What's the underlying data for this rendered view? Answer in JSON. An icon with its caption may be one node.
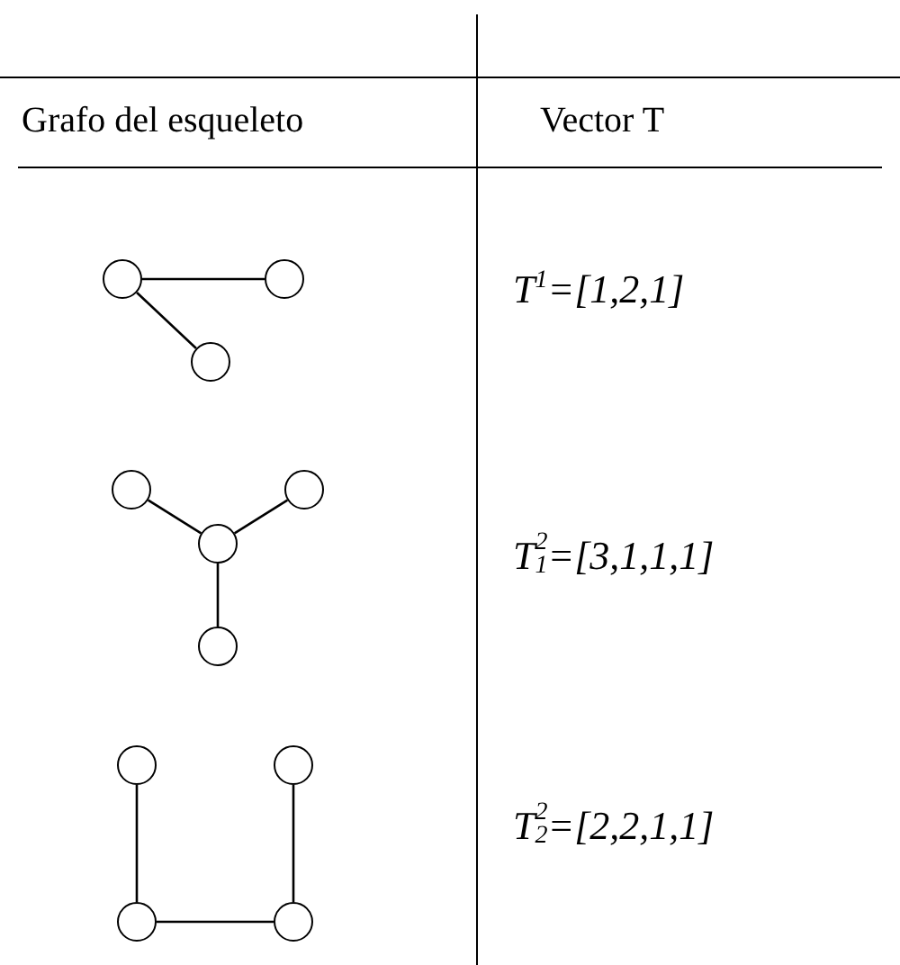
{
  "diagram": {
    "nodes": [
      {
        "text": [],
        "shape": "circle"
      },
      {
        "text": [],
        "shape": "circle"
      },
      {
        "text": [],
        "shape": "circle"
      },
      {
        "text": [],
        "shape": "circle"
      },
      {
        "text": [],
        "shape": "circle"
      },
      {
        "text": [],
        "shape": "circle"
      },
      {
        "text": [],
        "shape": "circle"
      },
      {
        "text": [],
        "shape": "circle"
      },
      {
        "text": [],
        "shape": "circle"
      },
      {
        "text": [],
        "shape": "circle"
      },
      {
        "text": [],
        "shape": "circle"
      }
    ],
    "edges": [
      {
        "from": 0,
        "to": 1,
        "arrow": "none"
      },
      {
        "from": 0,
        "to": 2,
        "arrow": "none"
      },
      {
        "from": 3,
        "to": 5,
        "arrow": "none"
      },
      {
        "from": 4,
        "to": 5,
        "arrow": "none"
      },
      {
        "from": 5,
        "to": 6,
        "arrow": "none"
      },
      {
        "from": 7,
        "to": 9,
        "arrow": "none"
      },
      {
        "from": 9,
        "to": 10,
        "arrow": "none"
      },
      {
        "from": 10,
        "to": 8,
        "arrow": "none"
      }
    ],
    "labels": [
      "Grafo del esqueleto",
      "Vector T",
      "T$^{1}$=[1,2,1]",
      "T$^{2}$$_{1}$=[3,1,1,1]",
      "T$^{2}$$_{2}$=[2,2,1,1]"
    ]
  }
}
